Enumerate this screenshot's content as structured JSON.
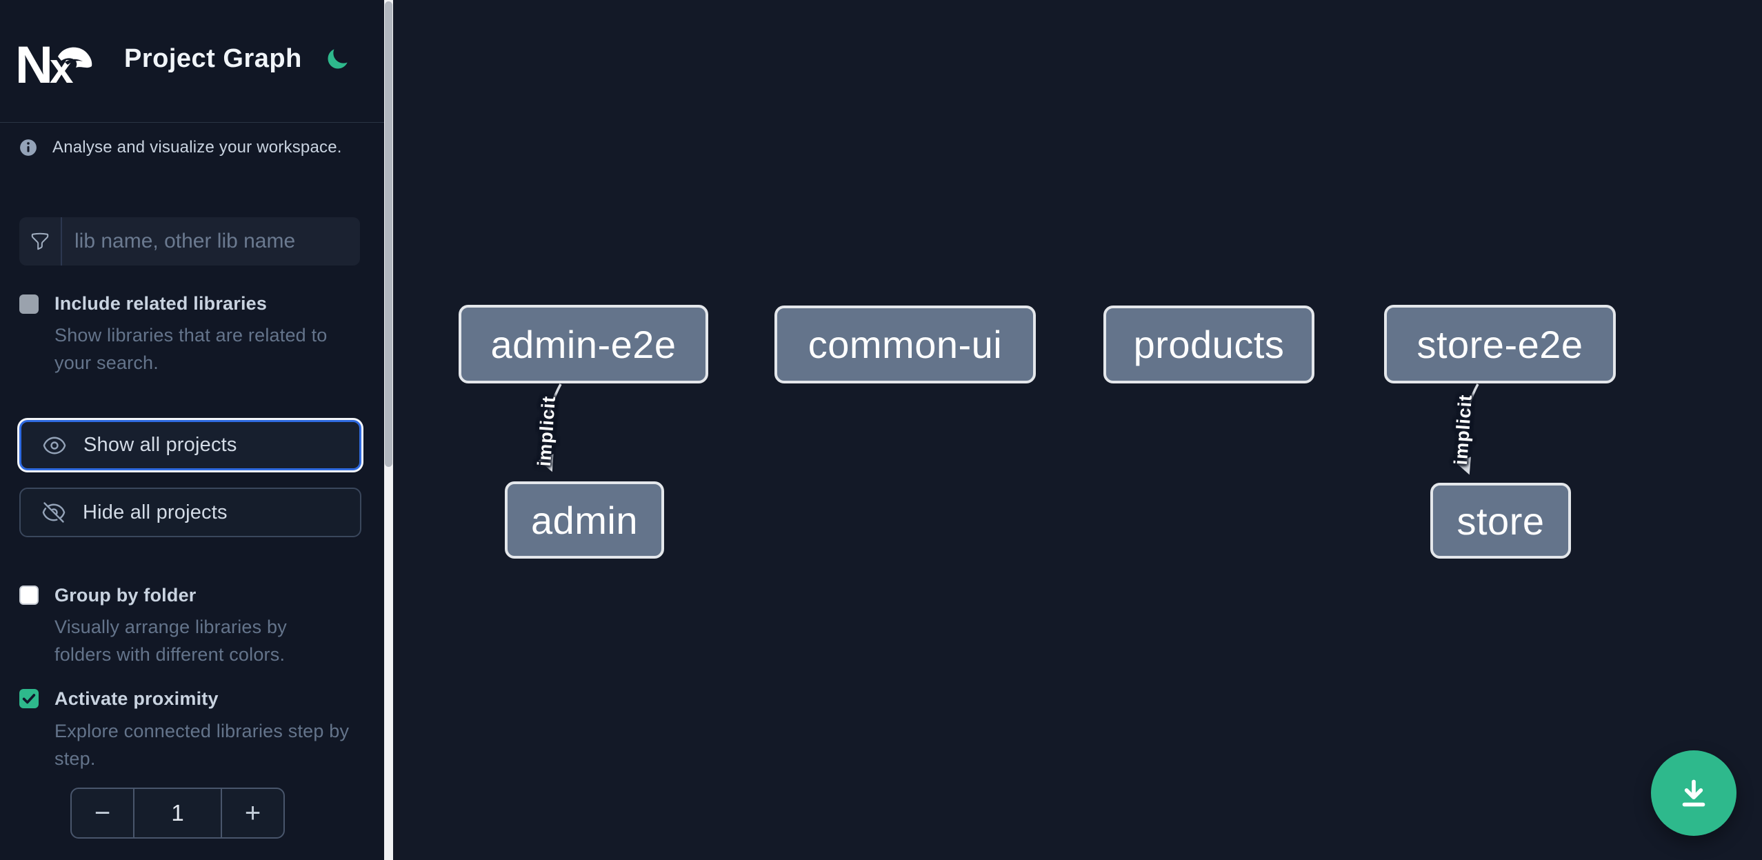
{
  "app": {
    "title": "Project Graph",
    "logo_name": "nx-logo",
    "theme_toggle": "moon-icon"
  },
  "sidebar": {
    "info_text": "Analyse and visualize your workspace.",
    "search": {
      "placeholder": "lib name, other lib name",
      "icon": "funnel-icon"
    },
    "options": [
      {
        "label": "Include related libraries",
        "description": "Show libraries that are related to your search.",
        "checked": false
      },
      {
        "label": "Group by folder",
        "description": "Visually arrange libraries by folders with different colors.",
        "checked": false
      },
      {
        "label": "Activate proximity",
        "description": "Explore connected libraries step by step.",
        "checked": true
      }
    ],
    "actions": [
      {
        "label": "Show all projects",
        "icon": "eye-icon",
        "focused": true
      },
      {
        "label": "Hide all projects",
        "icon": "eye-off-icon",
        "focused": false
      }
    ],
    "stepper": {
      "decrement": "−",
      "value": "1",
      "increment": "+"
    }
  },
  "graph": {
    "nodes": [
      {
        "label": "admin-e2e"
      },
      {
        "label": "common-ui"
      },
      {
        "label": "products"
      },
      {
        "label": "store-e2e"
      },
      {
        "label": "admin"
      },
      {
        "label": "store"
      }
    ],
    "edges": [
      {
        "from": "admin-e2e",
        "to": "admin",
        "label": "implicit"
      },
      {
        "from": "store-e2e",
        "to": "store",
        "label": "implicit"
      }
    ]
  },
  "fab": {
    "icon": "download-icon"
  },
  "colors": {
    "accent_green": "#2eb98c",
    "focus_blue": "#2f6ae0",
    "sidebar_bg": "#111725",
    "canvas_bg": "#131927",
    "node_fill": "#64748b",
    "node_border": "#e4e7eb",
    "muted_text": "#64748b",
    "light_text": "#cbd5e1"
  }
}
